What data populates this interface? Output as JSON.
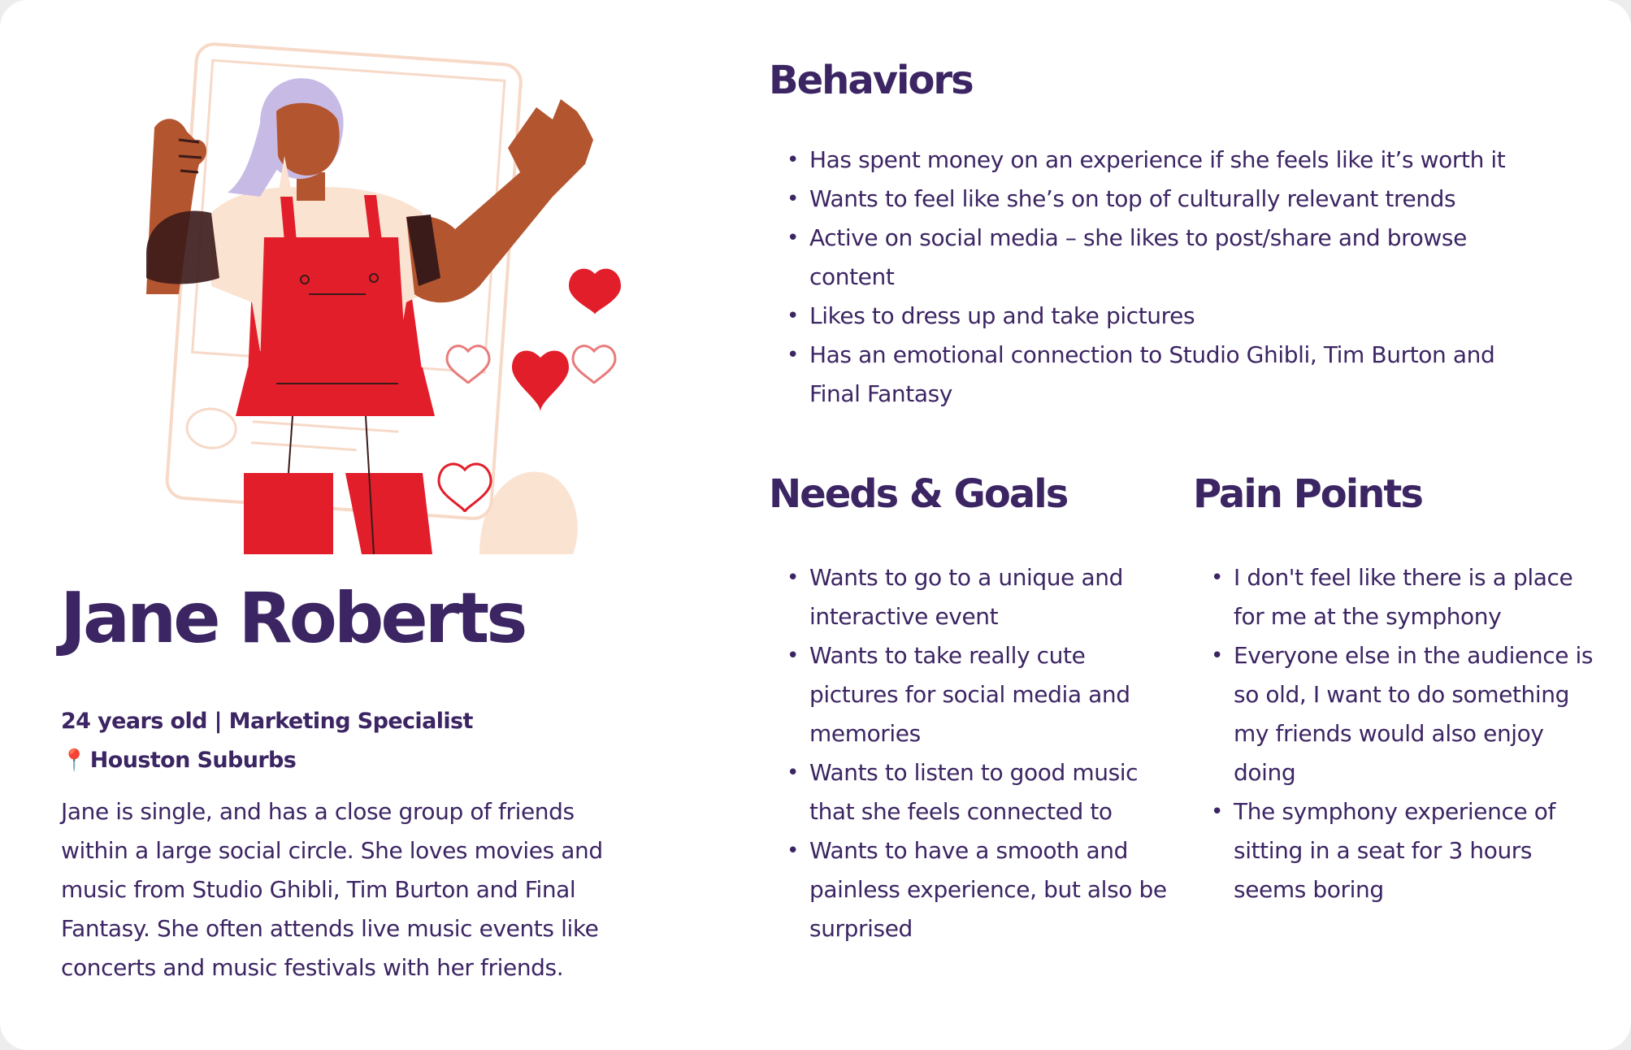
{
  "persona": {
    "name": "Jane Roberts",
    "age_occupation": "24 years old | Marketing Specialist",
    "location": "Houston Suburbs",
    "bio": "Jane is single, and has a close group of friends within a large social circle. She loves movies and music from Studio Ghibli, Tim Burton and Final Fantasy. She often attends live music events like concerts and music festivals with her friends."
  },
  "behaviors": {
    "title": "Behaviors",
    "items": [
      "Has spent money on an experience if she feels like it’s worth it",
      "Wants to feel like she’s on top of culturally relevant trends",
      "Active on social media – she likes to post/share and browse content",
      "Likes to dress up and take pictures",
      "Has an emotional connection to Studio Ghibli, Tim Burton and Final Fantasy"
    ]
  },
  "needs_goals": {
    "title": "Needs & Goals",
    "items": [
      "Wants to go to a unique and interactive event",
      "Wants to take really cute pictures for social media and memories",
      "Wants to listen to good music that she feels connected to",
      "Wants to have a smooth and painless experience, but also be surprised"
    ]
  },
  "pain_points": {
    "title": "Pain Points",
    "items": [
      "I don't feel like there is a place for me at the symphony",
      "Everyone else in the audience is so old, I want to do something my friends would also enjoy doing",
      "The symphony experience of sitting in a seat for 3 hours seems boring"
    ]
  },
  "icons": {
    "location": "map-pin-icon",
    "illustration": "social-media-post-woman-illustration"
  },
  "colors": {
    "text": "#3c2563",
    "accent_red": "#e21e2b",
    "skin": "#b3552f",
    "shirt": "#fbe3d2",
    "hair": "#c7bbe6",
    "frame": "#f7d9c8"
  }
}
